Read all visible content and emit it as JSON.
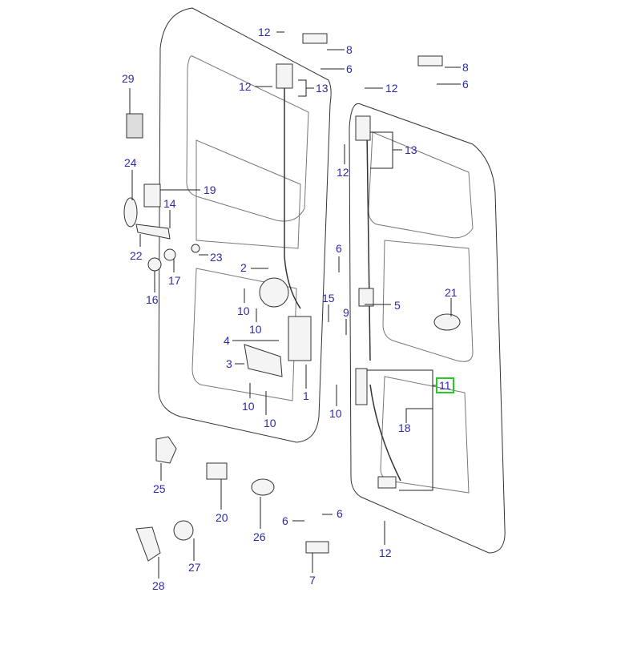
{
  "diagram": {
    "title": "Rear door lock & hinge components",
    "highlighted_callout": "11",
    "colors": {
      "label": "#2b2ba8",
      "highlight": "#22cc22",
      "line": "#222222"
    },
    "callouts": [
      {
        "id": "c12a",
        "text": "12"
      },
      {
        "id": "c8a",
        "text": "8"
      },
      {
        "id": "c6a",
        "text": "6"
      },
      {
        "id": "c12b",
        "text": "12"
      },
      {
        "id": "c13a",
        "text": "13"
      },
      {
        "id": "c8b",
        "text": "8"
      },
      {
        "id": "c6b",
        "text": "6"
      },
      {
        "id": "c12c",
        "text": "12"
      },
      {
        "id": "c29",
        "text": "29"
      },
      {
        "id": "c13b",
        "text": "13"
      },
      {
        "id": "c12d",
        "text": "12"
      },
      {
        "id": "c24",
        "text": "24"
      },
      {
        "id": "c19",
        "text": "19"
      },
      {
        "id": "c14",
        "text": "14"
      },
      {
        "id": "c22",
        "text": "22"
      },
      {
        "id": "c23",
        "text": "23"
      },
      {
        "id": "c17",
        "text": "17"
      },
      {
        "id": "c16",
        "text": "16"
      },
      {
        "id": "c2",
        "text": "2"
      },
      {
        "id": "c10a",
        "text": "10"
      },
      {
        "id": "c10b",
        "text": "10"
      },
      {
        "id": "c6c",
        "text": "6"
      },
      {
        "id": "c15",
        "text": "15"
      },
      {
        "id": "c9",
        "text": "9"
      },
      {
        "id": "c5",
        "text": "5"
      },
      {
        "id": "c21",
        "text": "21"
      },
      {
        "id": "c4",
        "text": "4"
      },
      {
        "id": "c3",
        "text": "3"
      },
      {
        "id": "c11",
        "text": "11"
      },
      {
        "id": "c1",
        "text": "1"
      },
      {
        "id": "c10c",
        "text": "10"
      },
      {
        "id": "c10d",
        "text": "10"
      },
      {
        "id": "c10e",
        "text": "10"
      },
      {
        "id": "c18",
        "text": "18"
      },
      {
        "id": "c25",
        "text": "25"
      },
      {
        "id": "c20",
        "text": "20"
      },
      {
        "id": "c26",
        "text": "26"
      },
      {
        "id": "c6d",
        "text": "6"
      },
      {
        "id": "c6e",
        "text": "6"
      },
      {
        "id": "c12e",
        "text": "12"
      },
      {
        "id": "c27",
        "text": "27"
      },
      {
        "id": "c28",
        "text": "28"
      },
      {
        "id": "c7",
        "text": "7"
      }
    ]
  }
}
